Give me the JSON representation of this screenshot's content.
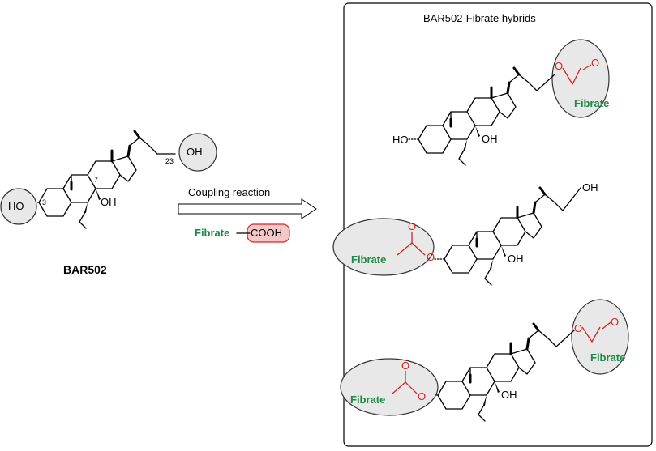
{
  "compound_label": "BAR502",
  "arrow_label": "Coupling reaction",
  "reagent": {
    "fibrate": "Fibrate",
    "acid": "COOH"
  },
  "panel_title": "BAR502-Fibrate hybrids",
  "atoms": {
    "oh": "OH",
    "ho": "HO",
    "o": "O"
  },
  "positions": {
    "c3": "3",
    "c7": "7",
    "c23": "23"
  },
  "fibrate": "Fibrate"
}
